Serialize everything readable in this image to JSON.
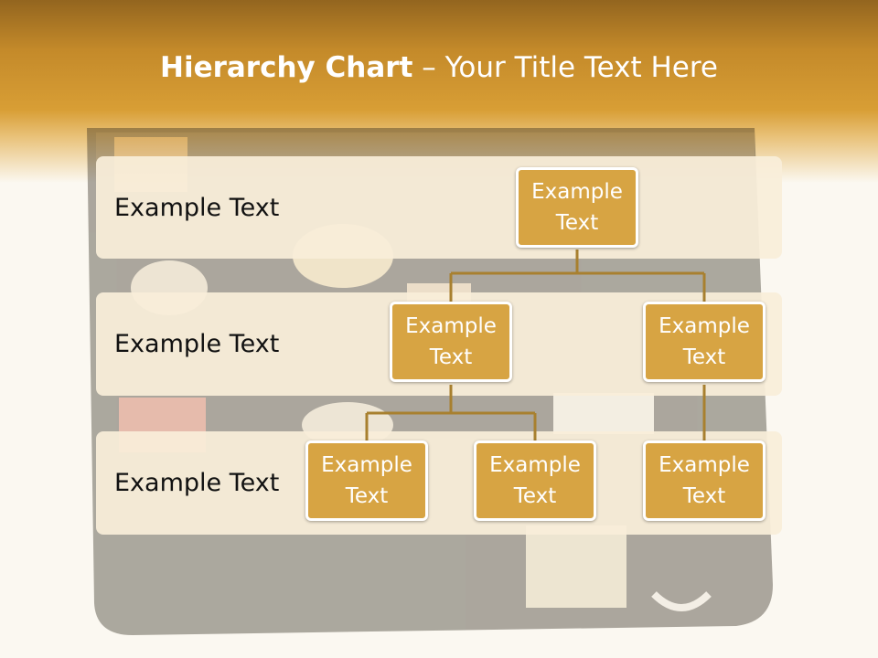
{
  "title": {
    "bold": "Hierarchy Chart",
    "rest": " – Your Title Text Here"
  },
  "tiers": [
    {
      "label": "Example Text"
    },
    {
      "label": "Example Text"
    },
    {
      "label": "Example Text"
    }
  ],
  "nodes": {
    "root": "Example Text",
    "mid_left": "Example Text",
    "mid_right": "Example Text",
    "leaf_1": "Example Text",
    "leaf_2": "Example Text",
    "leaf_3": "Example Text"
  },
  "colors": {
    "node_fill": "#d7a443",
    "connector": "#a8802f",
    "header": "#d89e35"
  }
}
